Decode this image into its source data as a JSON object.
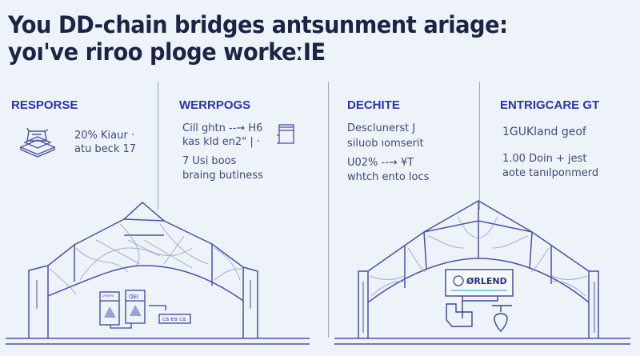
{
  "title": {
    "line1": "You DD-chain bridges antsunment ariage:",
    "line2": "yoı've riroo ploge workeːIE"
  },
  "columns": [
    {
      "heading": "RESPORSE",
      "lines": [
        "20% Kiaur ·",
        "atu beck 17"
      ],
      "icon": "stacked-box-icon"
    },
    {
      "heading": "WERRPOGS",
      "lines": [
        "Cill ghtn --→ H6",
        "kas kld en2\" | ·",
        "7 Usi boos",
        "braing butiness"
      ],
      "icon": "document-tray-icon"
    },
    {
      "heading": "DECHITE",
      "lines": [
        "Desclunerst J",
        "siluob ıomserit",
        "U02% --→ ¥T",
        "whtch ento locs"
      ]
    },
    {
      "heading": "ENTRIGCARE GT",
      "lines": [
        "1GUKland geof",
        "1.00 Doin + jest",
        "aote tanılponmerd"
      ]
    }
  ],
  "left_bridge": {
    "card1_label": "ᵖᵃᵖᵃᵉ",
    "card2_label": "QEI",
    "tag_label": "ca ea ca"
  },
  "right_bridge": {
    "sign_label": "ØRLEND"
  },
  "colors": {
    "background": "#eef3f9",
    "title": "#1a2444",
    "heading": "#2c35a8",
    "body_text": "#3e4a78",
    "line": "#4a52a8",
    "accent_cyan": "#7fd0ea"
  }
}
